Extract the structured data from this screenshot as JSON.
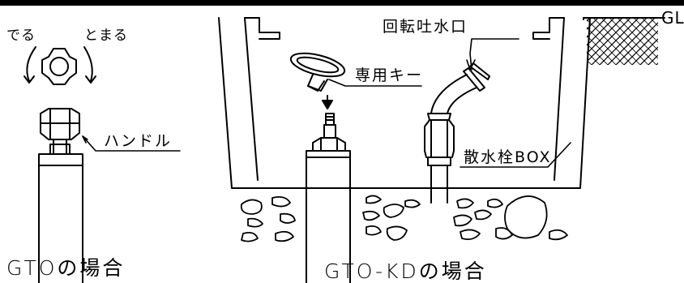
{
  "labels": {
    "open": "でる",
    "close": "とまる",
    "handle": "ハンドル",
    "dedicated_key": "専用キー",
    "rotating_spout": "回転吐水口",
    "sprinkler_box": "散水栓BOX",
    "ground_level": "GL"
  },
  "captions": {
    "gto": "GTOの場合",
    "gto_kd": "GTO-KDの場合"
  },
  "colors": {
    "line": "#000000",
    "background": "#ffffff"
  }
}
